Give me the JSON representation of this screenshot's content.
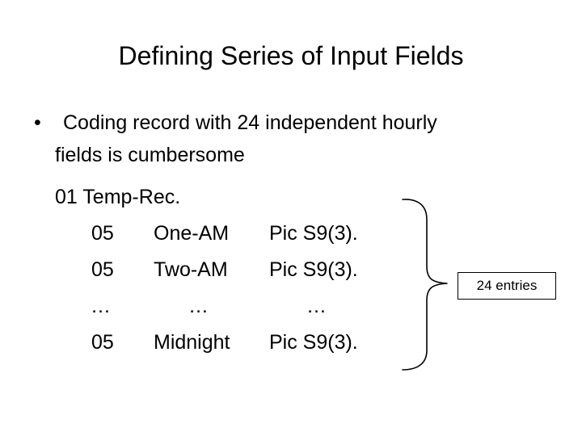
{
  "slide": {
    "title": "Defining Series of Input Fields",
    "background_color": "#ffffff",
    "text_color": "#000000",
    "bullets": [
      {
        "marker": "•",
        "line1": "Coding record with 24 independent hourly",
        "line2": "fields is cumbersome"
      }
    ],
    "code_listing": {
      "record_line": "01 Temp-Rec.",
      "entries": [
        {
          "level": "05",
          "name": "One-AM",
          "picture": "Pic S9(3)."
        },
        {
          "level": "05",
          "name": "Two-AM",
          "picture": "Pic S9(3)."
        },
        {
          "level": "…",
          "name": "…",
          "picture": "…"
        },
        {
          "level": "05",
          "name": "Midnight",
          "picture": "Pic S9(3)."
        }
      ]
    },
    "annotation": {
      "brace_name": "right-curly-brace",
      "callout_text": "24 entries",
      "callout_border_color": "#000000"
    }
  }
}
